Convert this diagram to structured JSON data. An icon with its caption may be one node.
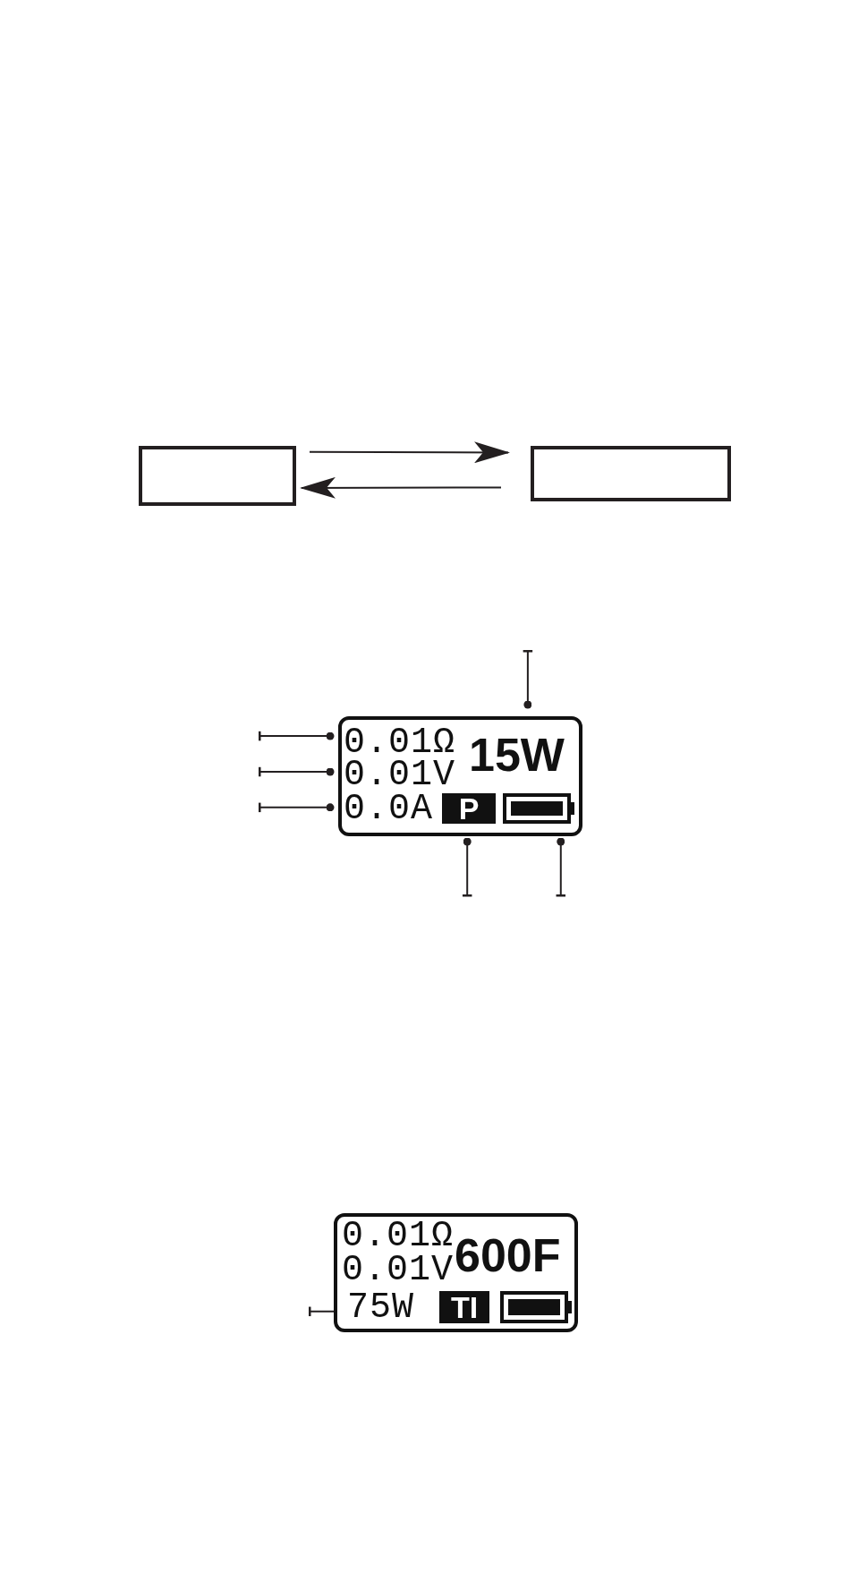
{
  "diagram": {
    "nodes": [
      {
        "text": [],
        "shape": "box"
      },
      {
        "text": [],
        "shape": "box"
      },
      {
        "text": [],
        "shape": "box"
      },
      {
        "text": [
          "0.01Ω"
        ],
        "in": 2
      },
      {
        "text": [
          "0.01V"
        ],
        "in": 2
      },
      {
        "text": [
          "0.0A"
        ],
        "in": 2
      },
      {
        "text": [
          "15W"
        ],
        "in": 2
      },
      {
        "text": [
          "P"
        ],
        "in": 2
      },
      {
        "text": [],
        "shape": "battery",
        "in": 2
      },
      {
        "text": [],
        "shape": "box"
      },
      {
        "text": [
          "0.01Ω"
        ],
        "in": 9
      },
      {
        "text": [
          "0.01V"
        ],
        "in": 9
      },
      {
        "text": [
          "600F"
        ],
        "in": 9
      },
      {
        "text": [
          "75W"
        ],
        "in": 9
      },
      {
        "text": [
          "TI"
        ],
        "in": 9
      },
      {
        "text": [],
        "shape": "battery",
        "in": 9
      }
    ],
    "edges": [
      {
        "from": 0,
        "to": 1,
        "arrow": "to"
      },
      {
        "from": 1,
        "to": 0,
        "arrow": "to"
      },
      {
        "from": null,
        "to": 3,
        "arrow": "other"
      },
      {
        "from": null,
        "to": 4,
        "arrow": "other"
      },
      {
        "from": null,
        "to": 5,
        "arrow": "other"
      },
      {
        "from": null,
        "to": 6,
        "arrow": "other"
      },
      {
        "from": null,
        "to": 7,
        "arrow": "other"
      },
      {
        "from": null,
        "to": 8,
        "arrow": "other"
      },
      {
        "from": null,
        "to": 13,
        "arrow": "other"
      }
    ]
  }
}
